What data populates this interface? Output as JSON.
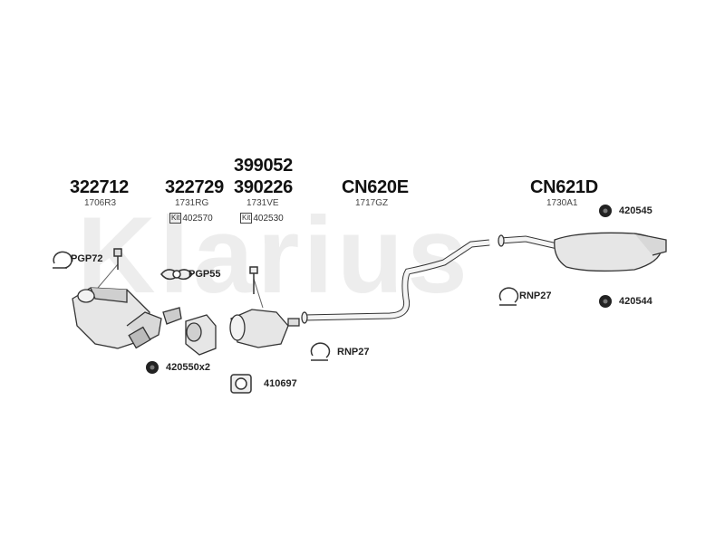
{
  "watermark": "Klarius",
  "parts": [
    {
      "part_number": "322712",
      "ref": "1706R3"
    },
    {
      "part_number": "322729",
      "ref": "1731RG",
      "kit_label": "Kit",
      "kit_number": "402570"
    },
    {
      "part_number_top": "399052",
      "part_number": "390226",
      "ref": "1731VE",
      "kit_label": "Kit",
      "kit_number": "402530"
    },
    {
      "part_number": "CN620E",
      "ref": "1717GZ"
    },
    {
      "part_number": "CN621D",
      "ref": "1730A1"
    }
  ],
  "accessories": {
    "pgp72": "PGP72",
    "pgp55": "PGP55",
    "rnp27_a": "RNP27",
    "rnp27_b": "RNP27",
    "n420545": "420545",
    "n420544": "420544",
    "n420550": "420550x2",
    "n410697": "410697"
  }
}
